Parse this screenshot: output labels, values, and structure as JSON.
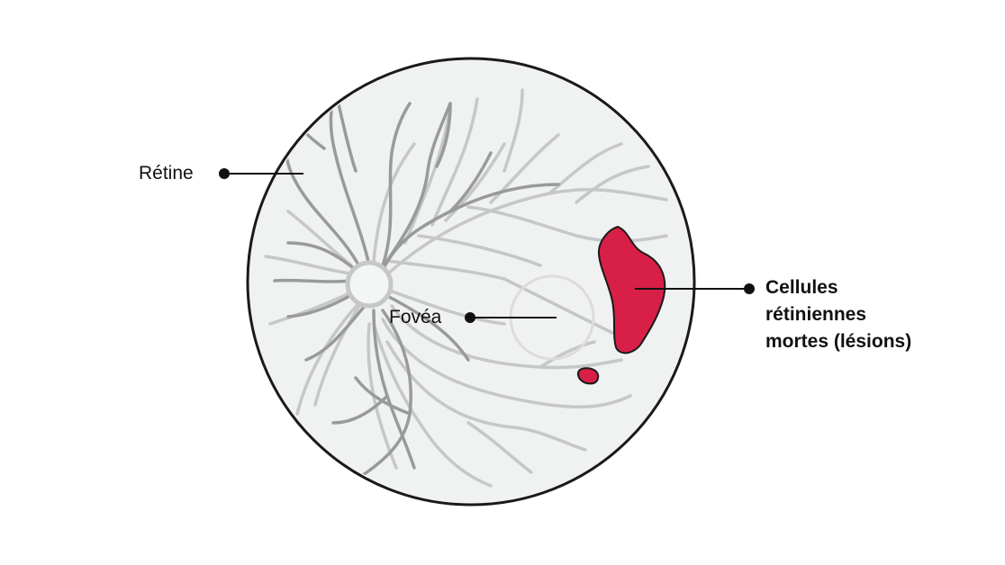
{
  "labels": {
    "retina": "Rétine",
    "fovea": "Fovéa",
    "lesion_line1": "Cellules",
    "lesion_line2": "rétiniennes",
    "lesion_line3": "mortes (lésions)"
  },
  "colors": {
    "retina_fill": "#f0f1f1",
    "eye_outline": "#1a1a1a",
    "vessel_dark": "#999a9c",
    "vessel_light": "#c6c7c9",
    "lesion_fill": "#d81f47",
    "leader_line": "#111111"
  }
}
